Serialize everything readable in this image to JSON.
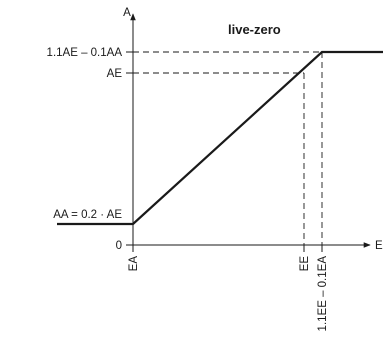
{
  "chart_data": {
    "type": "line",
    "title": "live-zero",
    "xlabel": "E",
    "ylabel": "A",
    "x_ticks": [
      "EA",
      "EE",
      "1.1EE – 0.1EA"
    ],
    "y_ticks": [
      "0",
      "AA = 0.2 · AE",
      "AE",
      "1.1AE – 0.1AA"
    ],
    "series": [
      {
        "points": [
          {
            "x": "",
            "y": "AA"
          },
          {
            "x": "EA",
            "y": "AA"
          },
          {
            "x": "1.1EE – 0.1EA",
            "y": "1.1AE – 0.1AA"
          },
          {
            "x": "",
            "y": "1.1AE – 0.1AA"
          }
        ]
      }
    ],
    "grid": false
  }
}
